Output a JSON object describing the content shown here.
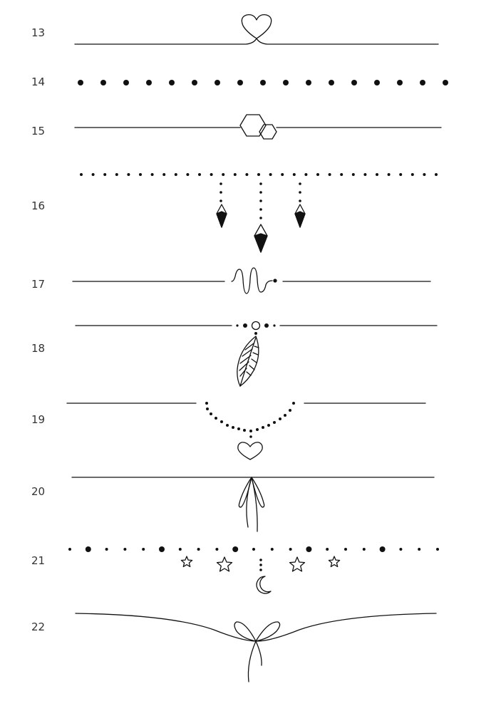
{
  "colors": {
    "ink": "#111111",
    "number_text": "#333333",
    "background": "#ffffff"
  },
  "dividers": [
    {
      "number": "13",
      "motif": "heart-loop-icon"
    },
    {
      "number": "14",
      "motif": "dot-row-icon"
    },
    {
      "number": "15",
      "motif": "hexagons-icon"
    },
    {
      "number": "16",
      "motif": "crystal-pendants-icon"
    },
    {
      "number": "17",
      "motif": "wave-squiggle-icon"
    },
    {
      "number": "18",
      "motif": "feather-icon"
    },
    {
      "number": "19",
      "motif": "dotted-heart-necklace-icon"
    },
    {
      "number": "20",
      "motif": "ribbon-bow-icon"
    },
    {
      "number": "21",
      "motif": "stars-moon-icon"
    },
    {
      "number": "22",
      "motif": "bow-swag-icon"
    }
  ]
}
